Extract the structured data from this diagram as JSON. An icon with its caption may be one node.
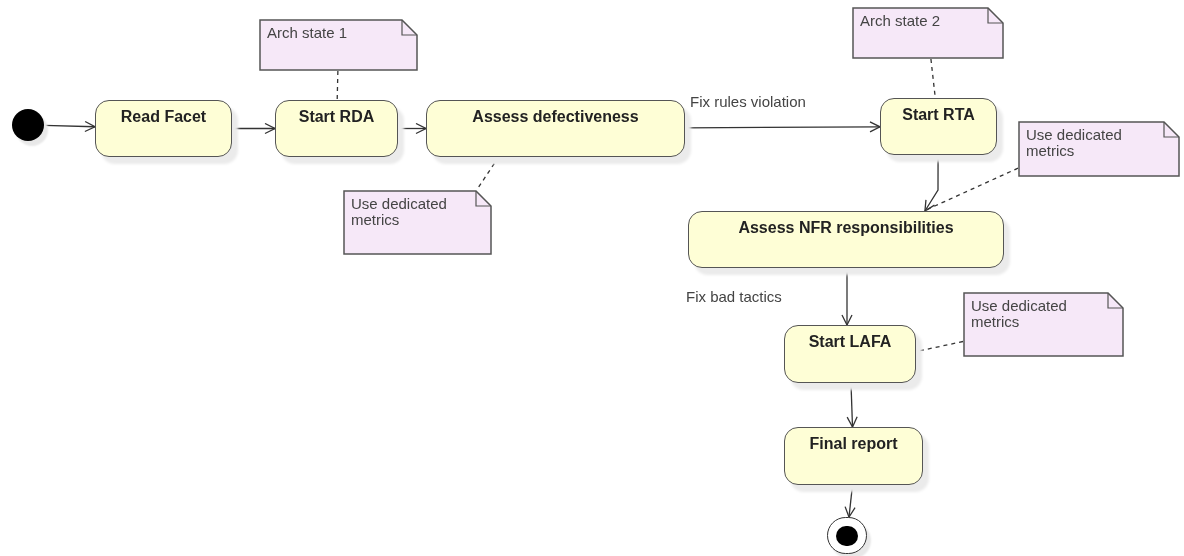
{
  "diagram": {
    "nodes": [
      {
        "text": [],
        "shape": "circle"
      },
      {
        "text": [
          "Read Facet"
        ]
      },
      {
        "text": [
          "Arch state 1"
        ]
      },
      {
        "text": [
          "Start RDA"
        ]
      },
      {
        "text": [
          "Assess defectiveness"
        ]
      },
      {
        "text": [
          "Use dedicated metrics"
        ]
      },
      {
        "text": [
          "Arch state 2"
        ]
      },
      {
        "text": [
          "Start RTA"
        ]
      },
      {
        "text": [
          "Use dedicated metrics"
        ]
      },
      {
        "text": [
          "Assess NFR responsibilities"
        ]
      },
      {
        "text": [
          "Use dedicated metrics"
        ]
      },
      {
        "text": [
          "Start LAFA"
        ]
      },
      {
        "text": [
          "Final report"
        ]
      },
      {
        "text": [],
        "shape": "circle"
      }
    ],
    "edges": [
      {
        "from": 0,
        "to": 1,
        "arrow": "to"
      },
      {
        "from": 1,
        "to": 3,
        "arrow": "to"
      },
      {
        "from": 3,
        "to": 4,
        "arrow": "to"
      },
      {
        "from": 4,
        "to": 7,
        "arrow": "to",
        "label": "Fix rules violation"
      },
      {
        "from": 7,
        "to": 9,
        "arrow": "to"
      },
      {
        "from": 9,
        "to": 11,
        "arrow": "to",
        "label": "Fix bad tactics"
      },
      {
        "from": 11,
        "to": 12,
        "arrow": "to"
      },
      {
        "from": 12,
        "to": 13,
        "arrow": "to"
      },
      {
        "from": 2,
        "to": 3,
        "arrow": "none",
        "style": "dashed"
      },
      {
        "from": 4,
        "to": 5,
        "arrow": "none",
        "style": "dashed"
      },
      {
        "from": 6,
        "to": 7,
        "arrow": "none",
        "style": "dashed"
      },
      {
        "from": 8,
        "to": 9,
        "arrow": "none",
        "style": "dashed"
      },
      {
        "from": 10,
        "to": 11,
        "arrow": "none",
        "style": "dashed"
      }
    ]
  }
}
